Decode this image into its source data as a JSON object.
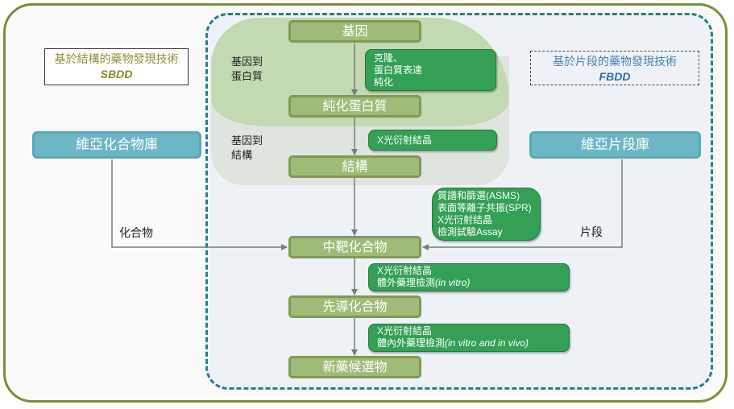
{
  "diagram": {
    "sbdd_box": {
      "title": "基於結構的藥物發現技術",
      "abbr": "SBDD"
    },
    "fbdd_box": {
      "title": "基於片段的藥物發現技術",
      "abbr": "FBDD"
    },
    "libraries": {
      "compound_library": "維亞化合物庫",
      "fragment_library": "維亞片段庫"
    },
    "flow_labels": {
      "compounds": "化合物",
      "fragments": "片段"
    },
    "phase_labels": {
      "gene_to_protein": [
        "基因到",
        "蛋白質"
      ],
      "gene_to_structure": [
        "基因到",
        "結構"
      ]
    },
    "stages": [
      "基因",
      "純化蛋白質",
      "結構",
      "中靶化合物",
      "先導化合物",
      "新藥候選物"
    ],
    "methods": {
      "cloning": [
        "克隆、",
        "蛋白質表達",
        "純化"
      ],
      "xray_1": [
        "X光衍射結晶"
      ],
      "screening": [
        "質譜和篩選(ASMS)",
        "表面等離子共振(SPR)",
        "X光衍射结晶",
        "檢測試驗Assay"
      ],
      "hit_to_lead": {
        "line1": "X光衍射結晶",
        "line2_text": "體外藥理檢測",
        "line2_italic": "(in vitro)"
      },
      "lead_to_candidate": {
        "line1": "X光衍射結晶",
        "line2_text": "體內外藥理檢測",
        "line2_italic": "(in vitro and in vivo)"
      }
    },
    "colors": {
      "outer_border": "#77903f",
      "dashed_region": "#2e7c8e",
      "stage_fill": "#a0bb78",
      "method_fill": "#33a055",
      "library_fill": "#6db6c3",
      "connector": "#7a7a80"
    }
  }
}
